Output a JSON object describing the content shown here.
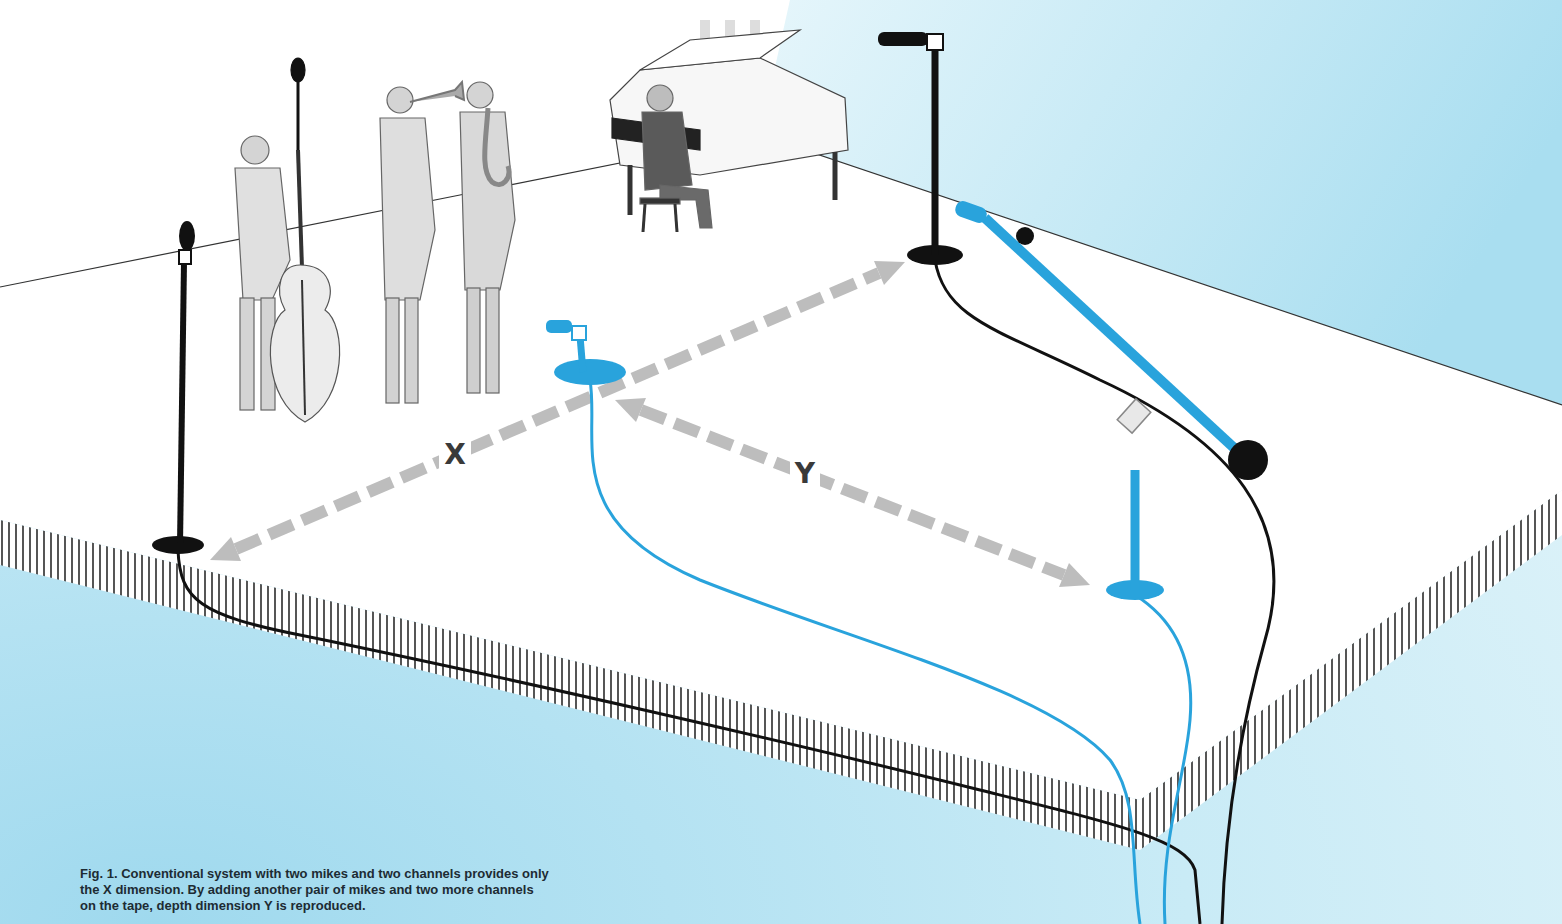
{
  "diagram": {
    "caption": "Fig. 1. Conventional system with two mikes and two channels provides only the X dimension. By adding another pair of mikes and two more channels on the tape, depth dimension Y is reproduced.",
    "labels": [
      "X",
      "Y"
    ]
  }
}
